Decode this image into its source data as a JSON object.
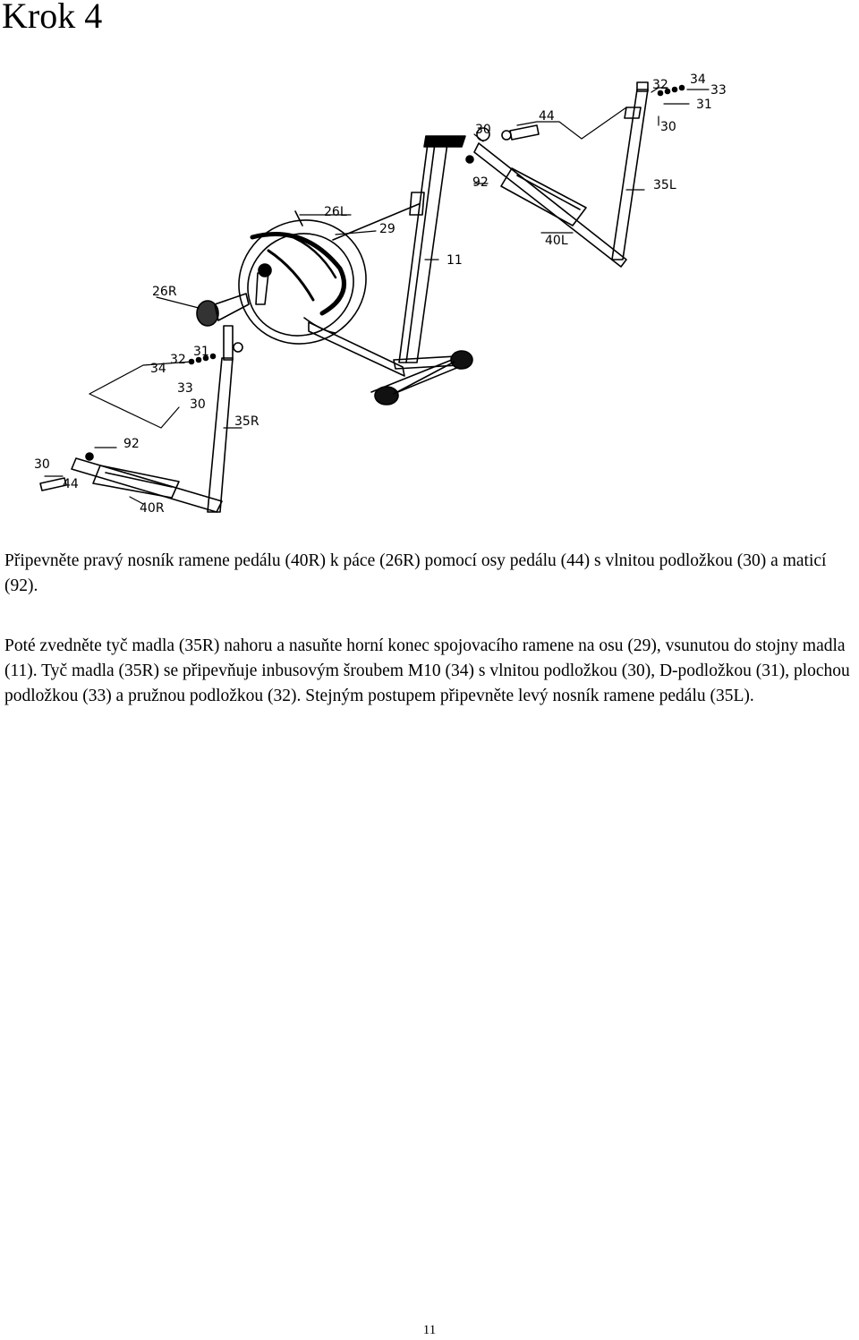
{
  "heading": "Krok 4",
  "figure": {
    "callouts": {
      "l32_top": "32",
      "l34_top": "34",
      "l33_top": "33",
      "l31_top": "31",
      "l30_top": "30",
      "l44_top": "44",
      "l30_mid": "30",
      "l92_top": "92",
      "l35L": "35L",
      "l26L": "26L",
      "l29": "29",
      "l40L": "40L",
      "l11": "11",
      "l26R": "26R",
      "l31_left": "31",
      "l34_left": "34",
      "l32_left": "32",
      "l33_left": "33",
      "l30_left": "30",
      "l35R": "35R",
      "l92_left": "92",
      "l30_bottom": "30",
      "l44_bottom": "44",
      "l40R": "40R"
    }
  },
  "paragraphs": [
    "Připevněte pravý nosník ramene pedálu (40R) k páce (26R) pomocí osy pedálu (44) s vlnitou podložkou (30) a maticí (92).",
    "Poté zvedněte tyč madla (35R) nahoru a nasuňte horní konec spojovacího ramene na osu (29), vsunutou do stojny madla (11). Tyč madla (35R) se připevňuje inbusovým šroubem M10 (34) s vlnitou podložkou (30), D-podložkou (31), plochou podložkou (33) a pružnou podložkou (32). Stejným postupem připevněte levý nosník ramene pedálu (35L)."
  ],
  "page_number": "11"
}
